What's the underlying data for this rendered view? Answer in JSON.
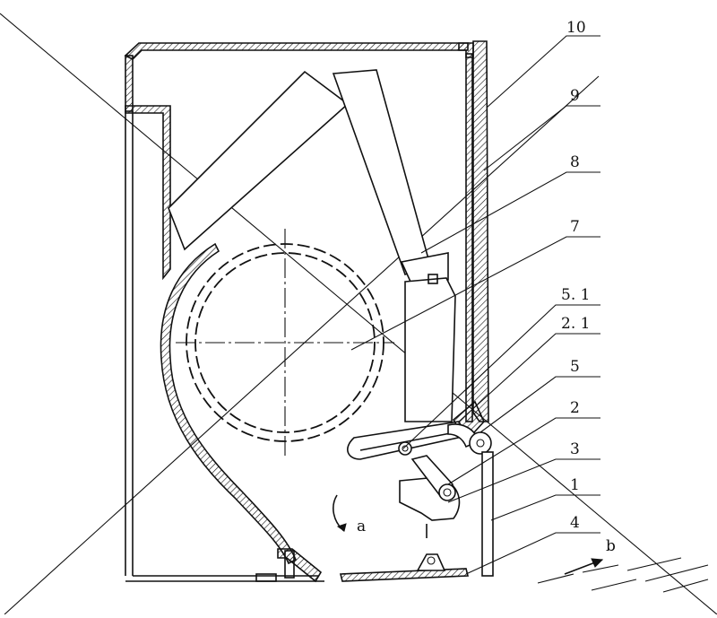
{
  "figure": {
    "callouts": [
      {
        "id": "c10",
        "label": "10"
      },
      {
        "id": "c9",
        "label": "9"
      },
      {
        "id": "c8",
        "label": "8"
      },
      {
        "id": "c7",
        "label": "7"
      },
      {
        "id": "c51",
        "label": "5. 1"
      },
      {
        "id": "c21",
        "label": "2. 1"
      },
      {
        "id": "c5",
        "label": "5"
      },
      {
        "id": "c2",
        "label": "2"
      },
      {
        "id": "c3",
        "label": "3"
      },
      {
        "id": "c1",
        "label": "1"
      },
      {
        "id": "c4",
        "label": "4"
      }
    ],
    "rotation_label": "a",
    "airflow_label": "b",
    "line_color": "#111111",
    "background": "#ffffff"
  }
}
